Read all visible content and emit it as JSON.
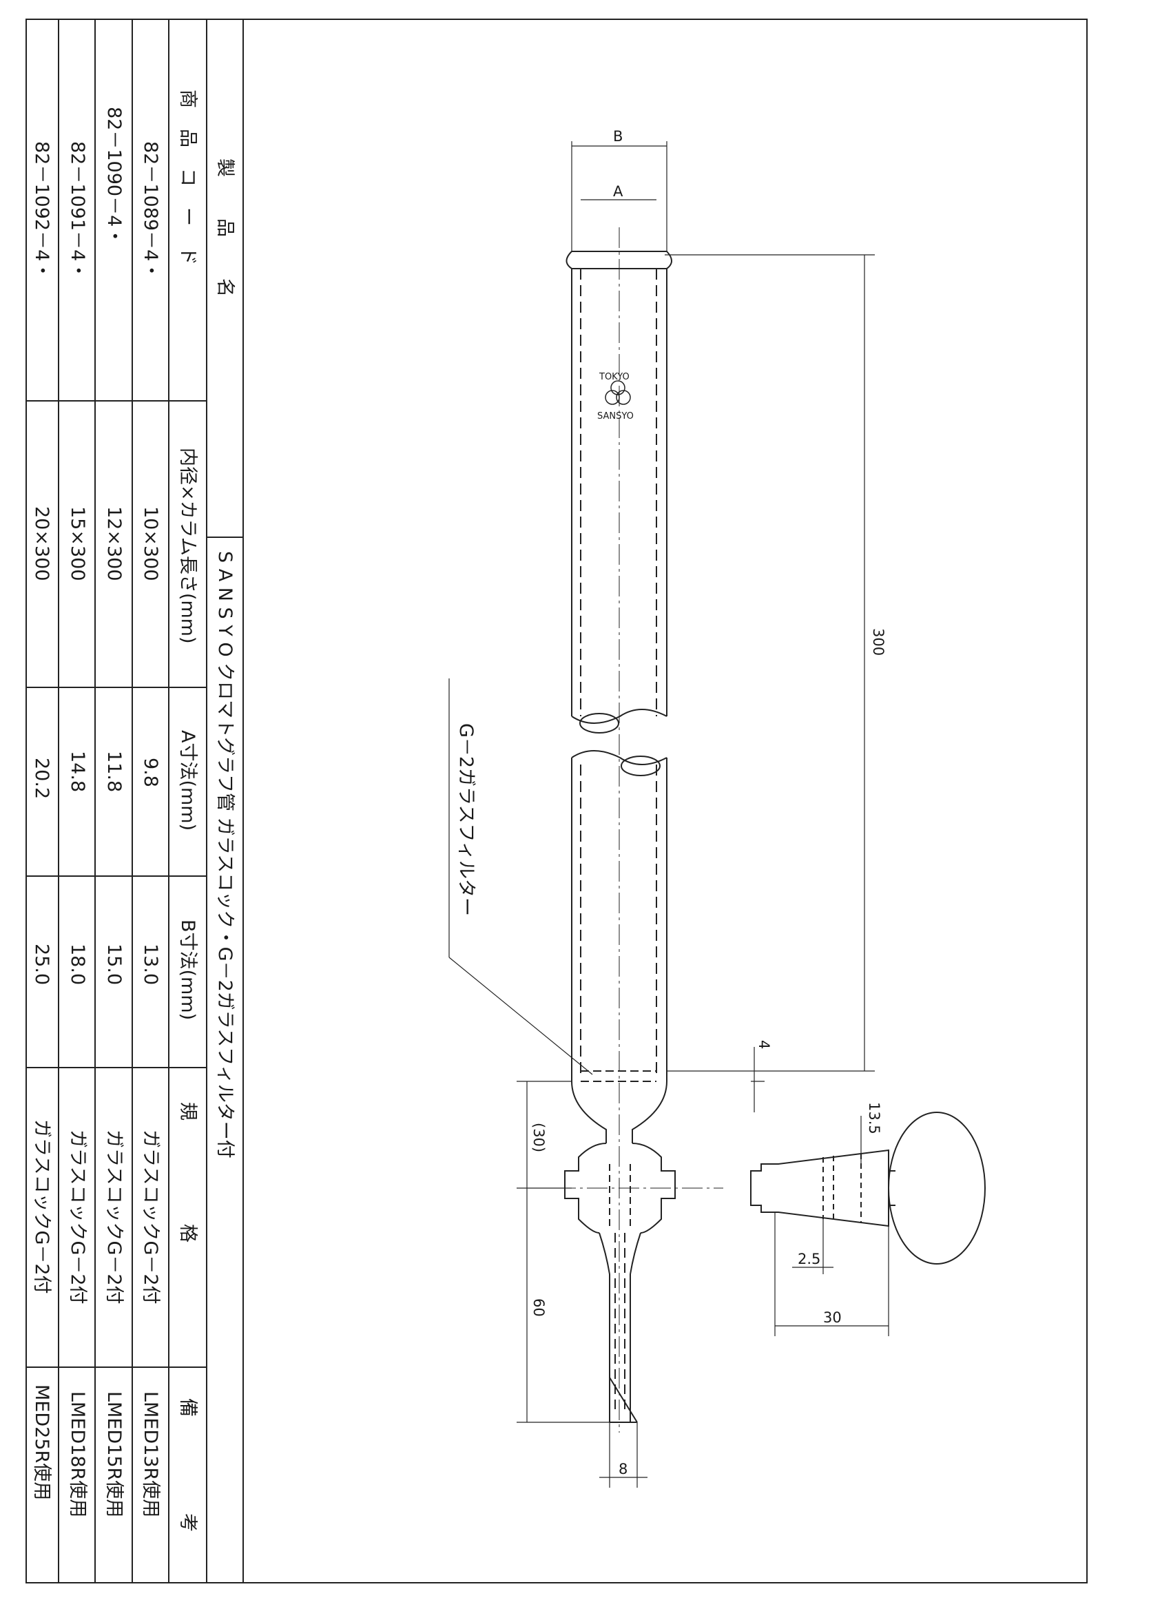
{
  "title_row": {
    "label": "製品名",
    "value": "S A N S Y O クロマトグラフ管 ガラスコック・G－2ガラスフィルター付"
  },
  "table": {
    "headers": [
      "商品コード",
      "内径×カラム長さ(mm)",
      "A寸法(mm)",
      "B寸法(mm)",
      "規格",
      "備考"
    ],
    "rows": [
      [
        "82－1089－4・",
        "10×300",
        "9.8",
        "13.0",
        "ガラスコックG－2付",
        "LMED13R使用"
      ],
      [
        "82－1090－4・",
        "12×300",
        "11.8",
        "15.0",
        "ガラスコックG－2付",
        "LMED15R使用"
      ],
      [
        "82－1091－4・",
        "15×300",
        "14.8",
        "18.0",
        "ガラスコックG－2付",
        "LMED18R使用"
      ],
      [
        "82－1092－4・",
        "20×300",
        "20.2",
        "25.0",
        "ガラスコックG－2付",
        "MED25R使用"
      ]
    ]
  },
  "drawing": {
    "dim_B": "B",
    "dim_A": "A",
    "dim_300": "300",
    "dim_4": "4",
    "dim_30_paren": "(30)",
    "dim_60": "60",
    "dim_8": "8",
    "dim_13_5": "13.5",
    "dim_2_5": "2.5",
    "dim_30": "30",
    "filter_label": "G－2ガラスフィルター",
    "logo_top": "TOKYO",
    "logo_bottom": "SANSYO"
  }
}
